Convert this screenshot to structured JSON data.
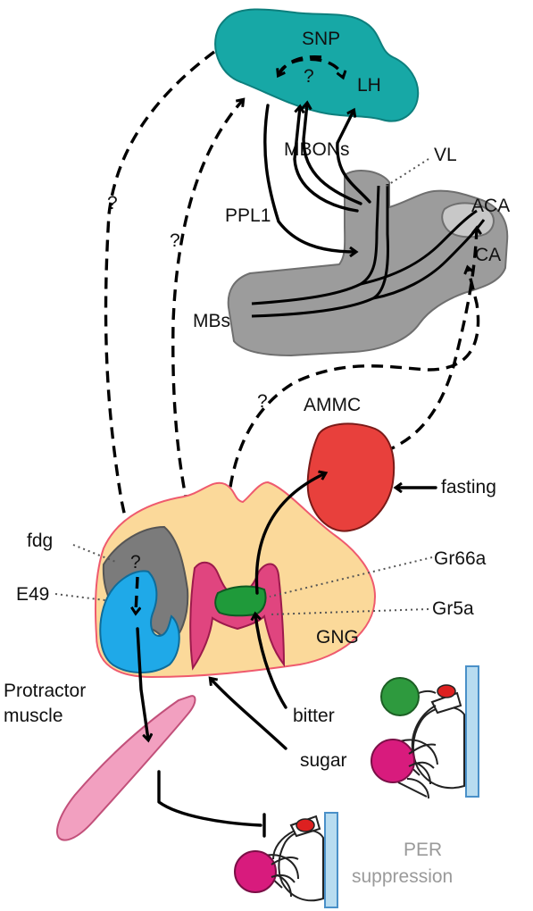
{
  "labels": {
    "snp": "SNP",
    "lh": "LH",
    "q_top": "?",
    "mbons": "MBONs",
    "vl": "VL",
    "ppl1": "PPL1",
    "aca": "ACA",
    "ca": "CA",
    "mbs": "MBs",
    "q_left": "?",
    "q_mid": "?",
    "q_ammc": "?",
    "ammc": "AMMC",
    "fasting": "fasting",
    "fdg": "fdg",
    "q_fdg": "?",
    "e49": "E49",
    "gr66a": "Gr66a",
    "gr5a": "Gr5a",
    "gng": "GNG",
    "protractor_1": "Protractor",
    "protractor_2": "muscle",
    "bitter": "bitter",
    "sugar": "sugar",
    "per_1": "PER",
    "per_2": "suppression"
  },
  "colors": {
    "snp_lh": "#17a8a6",
    "mushroom_body": "#9c9c9c",
    "mb_outline": "#6f6f6f",
    "aca": "#c8c8c8",
    "ammc": "#e8403c",
    "gng": "#fbd99a",
    "gng_outline": "#ef5a6e",
    "fdg": "#7b7b7b",
    "e49": "#1fa9e8",
    "gustatory": "#e0457f",
    "gr_green": "#1f9a3a",
    "muscle": "#f2a0c0",
    "bitter_ball": "#2e9a3e",
    "sugar_ball": "#d81b7d",
    "fly_eye": "#dd2020",
    "surface": "#b8dcf0",
    "per_text": "#9a9a9a"
  }
}
